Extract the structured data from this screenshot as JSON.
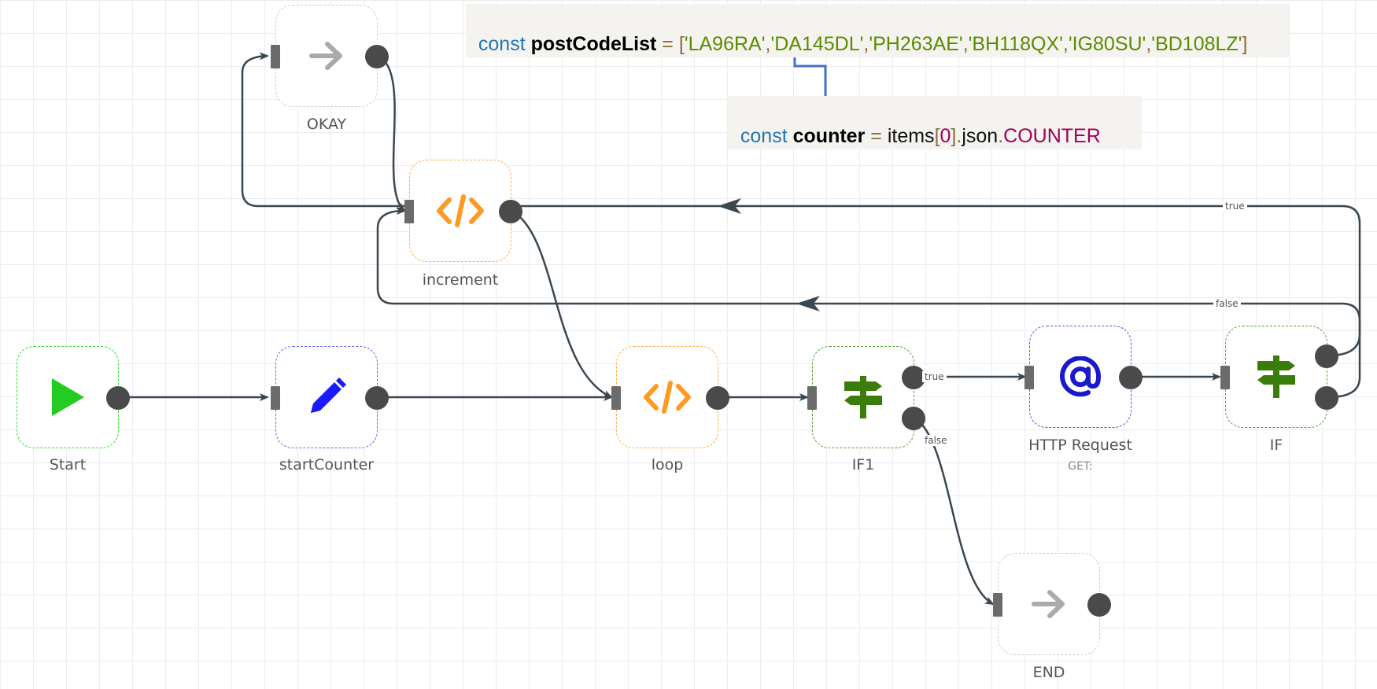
{
  "nodes": {
    "start": {
      "label": "Start",
      "icon": "play-icon",
      "color": "#22cc22"
    },
    "startCounter": {
      "label": "startCounter",
      "icon": "pencil-icon",
      "color": "#1a1aff"
    },
    "okay": {
      "label": "OKAY",
      "icon": "arrow-right-icon",
      "color": "#aaaaaa"
    },
    "increment": {
      "label": "increment",
      "icon": "code-icon",
      "color": "#ff9922"
    },
    "loop": {
      "label": "loop",
      "icon": "code-icon",
      "color": "#ff9922"
    },
    "if1": {
      "label": "IF1",
      "icon": "signpost-icon",
      "color": "#3b7d0a"
    },
    "http": {
      "label": "HTTP Request",
      "sublabel": "GET:",
      "icon": "at-icon",
      "color": "#1a1acc"
    },
    "if": {
      "label": "IF",
      "icon": "signpost-icon",
      "color": "#3b7d0a"
    },
    "end": {
      "label": "END",
      "icon": "arrow-right-icon",
      "color": "#aaaaaa"
    }
  },
  "edge_labels": {
    "if_true": "true",
    "if_false": "false",
    "if1_true": "true",
    "if1_false": "false"
  },
  "annotations": {
    "postcode": {
      "keyword": "const",
      "name": "postCodeList",
      "eq": "=",
      "open": "[",
      "values": [
        "'LA96RA'",
        "'DA145DL'",
        "'PH263AE'",
        "'BH118QX'",
        "'IG80SU'",
        "'BD108LZ'"
      ],
      "sep": ",",
      "close": "]"
    },
    "counter": {
      "keyword": "const",
      "name": "counter",
      "eq": "=",
      "obj": "items",
      "lb": "[",
      "index": "0",
      "rb": "]",
      "dot1": ".",
      "json": "json",
      "dot2": ".",
      "prop": "COUNTER"
    }
  },
  "colors": {
    "edge": "#3a4750",
    "annotation_arrow": "#4472c4",
    "code_bg": "#f5f3ef"
  }
}
